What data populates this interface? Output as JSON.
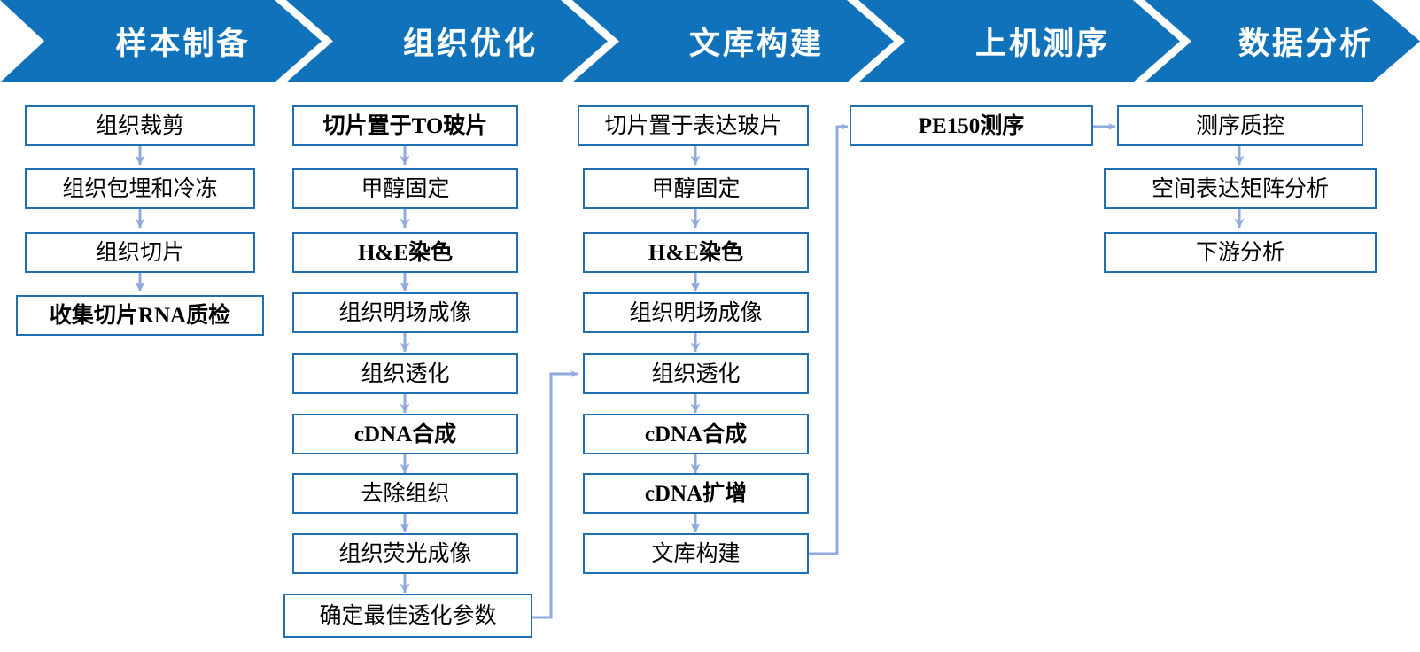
{
  "banner": {
    "color": "#1072BA",
    "stages": [
      {
        "label": "样本制备"
      },
      {
        "label": "组织优化"
      },
      {
        "label": "文库构建"
      },
      {
        "label": "上机测序"
      },
      {
        "label": "数据分析"
      }
    ]
  },
  "theme": {
    "box_border": "#1F6FB2",
    "arrow": "#8FAADC",
    "text": "#000000",
    "background": "#FFFFFF"
  },
  "columns": [
    {
      "stage": "样本制备",
      "nodes": [
        {
          "label": "组织裁剪",
          "bold": false
        },
        {
          "label": "组织包埋和冷冻",
          "bold": false
        },
        {
          "label": "组织切片",
          "bold": false
        },
        {
          "label": "收集切片RNA质检",
          "bold": true
        }
      ]
    },
    {
      "stage": "组织优化",
      "nodes": [
        {
          "label": "切片置于TO玻片",
          "bold": true
        },
        {
          "label": "甲醇固定",
          "bold": false
        },
        {
          "label": "H&E染色",
          "bold": true
        },
        {
          "label": "组织明场成像",
          "bold": false
        },
        {
          "label": "组织透化",
          "bold": false
        },
        {
          "label": "cDNA合成",
          "bold": true
        },
        {
          "label": "去除组织",
          "bold": false
        },
        {
          "label": "组织荧光成像",
          "bold": false
        },
        {
          "label": "确定最佳透化参数",
          "bold": false
        }
      ]
    },
    {
      "stage": "文库构建",
      "nodes": [
        {
          "label": "切片置于表达玻片",
          "bold": false
        },
        {
          "label": "甲醇固定",
          "bold": false
        },
        {
          "label": "H&E染色",
          "bold": true
        },
        {
          "label": "组织明场成像",
          "bold": false
        },
        {
          "label": "组织透化",
          "bold": false
        },
        {
          "label": "cDNA合成",
          "bold": true
        },
        {
          "label": "cDNA扩增",
          "bold": true
        },
        {
          "label": "文库构建",
          "bold": false
        }
      ]
    },
    {
      "stage": "上机测序",
      "nodes": [
        {
          "label": "PE150测序",
          "bold": true
        }
      ]
    },
    {
      "stage": "数据分析",
      "nodes": [
        {
          "label": "测序质控",
          "bold": false
        },
        {
          "label": "空间表达矩阵分析",
          "bold": false
        },
        {
          "label": "下游分析",
          "bold": false
        }
      ]
    }
  ]
}
